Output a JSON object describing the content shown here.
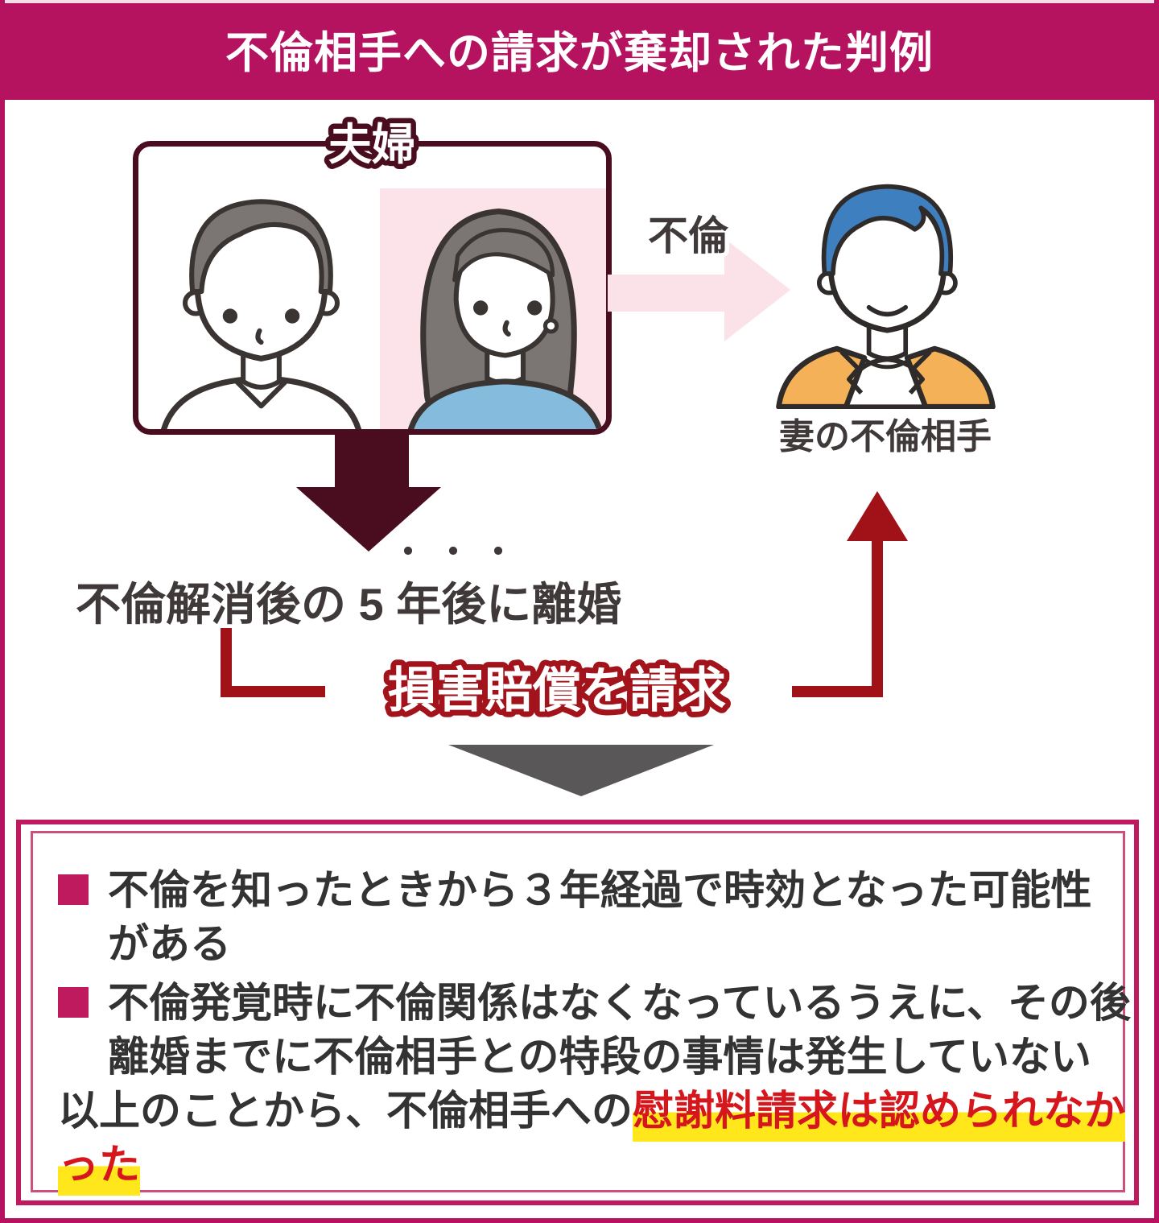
{
  "header": {
    "title": "不倫相手への請求が棄却された判例"
  },
  "diagram": {
    "couple_label": "夫婦",
    "affair_label": "不倫",
    "partner_label": "妻の不倫相手",
    "dots": "・・・",
    "divorce_text": "不倫解消後の 5 年後に離婚",
    "claim_label": "損害賠償を請求"
  },
  "result_box": {
    "bullets": [
      {
        "line1": "不倫を知ったときから３年経過で時効となった可能性",
        "line2": "がある"
      },
      {
        "line1": "不倫発覚時に不倫関係はなくなっているうえに、その後",
        "line2": "離婚までに不倫相手との特段の事情は発生していない"
      }
    ],
    "conclusion": {
      "prefix": "以上のことから、不倫相手への",
      "highlight_line1": "慰謝料請求は認められなか",
      "highlight_line2": "った"
    }
  },
  "icons": {
    "couple": "husband-and-wife-illustration",
    "partner": "blue-haired-man-illustration",
    "affair_arrow": "pink-right-arrow",
    "divorce_arrow": "maroon-down-arrow",
    "claim_arrow": "red-up-arrow",
    "result_pointer": "gray-down-triangle"
  },
  "colors": {
    "brand_magenta": "#b5135f",
    "box_border_maroon": "#4a0d20",
    "connector_red": "#a01118",
    "claim_outline_red": "#a2131b",
    "highlight_red": "#d5171d",
    "highlight_yellow": "#ffe71c",
    "pink_light": "#fbe2e8",
    "gray_triangle": "#595757",
    "text_dark": "#3f3a39",
    "hair_gray": "#7b7674",
    "hair_blue": "#3e7fc0",
    "shirt_blue": "#85bcdd",
    "jacket_orange": "#f4b157"
  }
}
